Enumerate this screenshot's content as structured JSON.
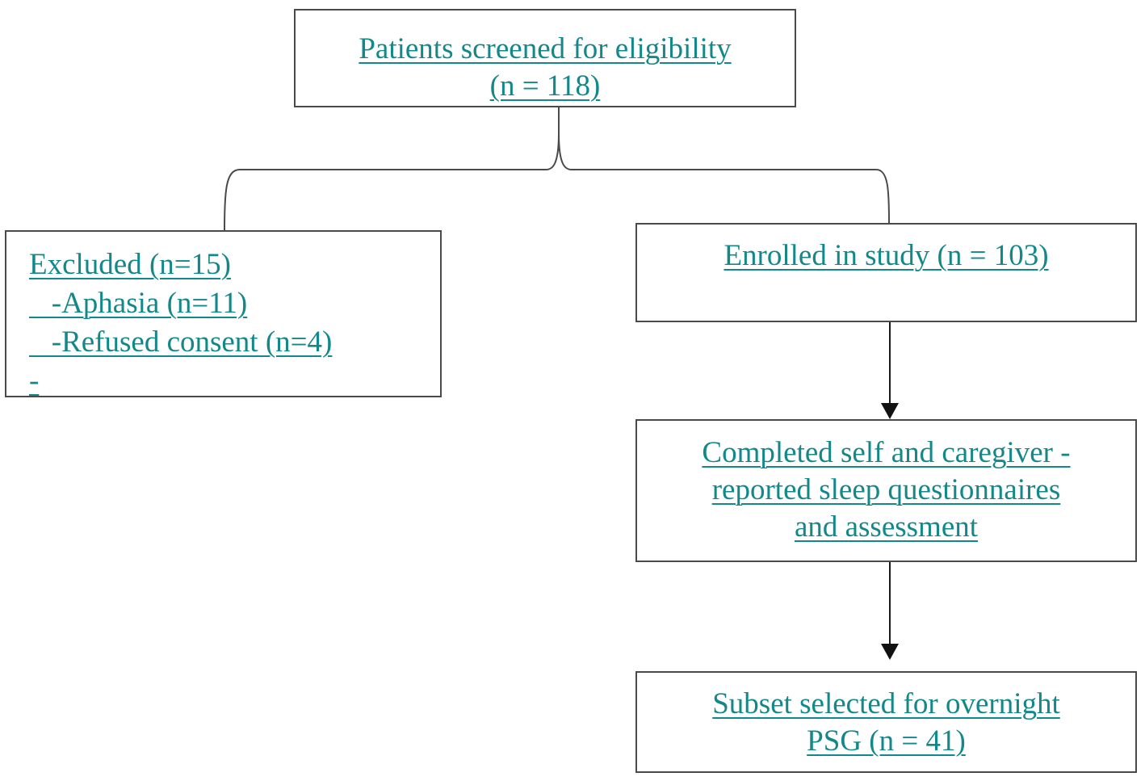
{
  "diagram": {
    "link_color": "#13888a",
    "border_color": "#4a4a4a",
    "nodes": {
      "screened": {
        "lines": [
          "Patients screened for eligibility",
          "(n = 118)"
        ]
      },
      "excluded": {
        "lines": [
          "Excluded (n=15)",
          "   -Aphasia (n=11)",
          "   -Refused consent (n=4)",
          "-"
        ]
      },
      "enrolled": {
        "lines": [
          "Enrolled in study (n = 103)"
        ]
      },
      "completed": {
        "lines": [
          "Completed self and caregiver -",
          "reported sleep questionnaires",
          "and assessment"
        ]
      },
      "subset": {
        "lines": [
          "Subset selected for overnight",
          "PSG (n = 41)"
        ]
      }
    },
    "edges": [
      {
        "from": "screened",
        "to": "excluded",
        "style": "brace"
      },
      {
        "from": "screened",
        "to": "enrolled",
        "style": "brace"
      },
      {
        "from": "enrolled",
        "to": "completed",
        "style": "arrow"
      },
      {
        "from": "completed",
        "to": "subset",
        "style": "arrow"
      }
    ]
  }
}
